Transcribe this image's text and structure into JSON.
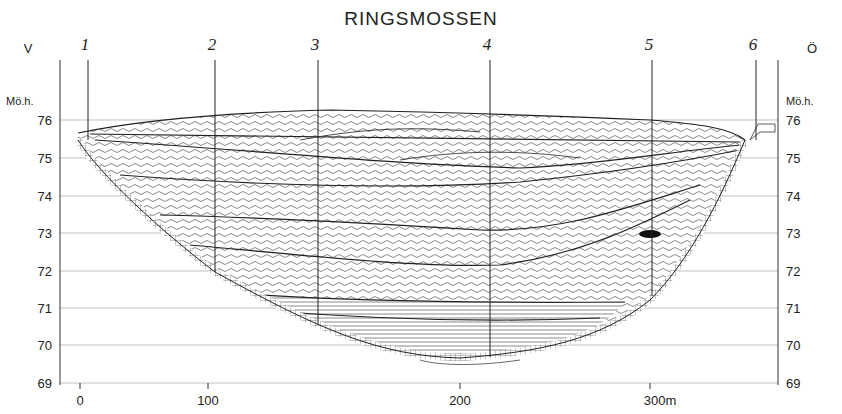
{
  "diagram": {
    "title": "RINGSMOSSEN",
    "labels": [
      "V",
      "Ö",
      "Mö.h.",
      "Mö.h.",
      "76",
      "75",
      "74",
      "73",
      "72",
      "71",
      "70",
      "69",
      "76",
      "75",
      "74",
      "73",
      "72",
      "71",
      "70",
      "69",
      "0",
      "100",
      "200",
      "300m",
      "1",
      "2",
      "3",
      "4",
      "5",
      "6"
    ]
  }
}
